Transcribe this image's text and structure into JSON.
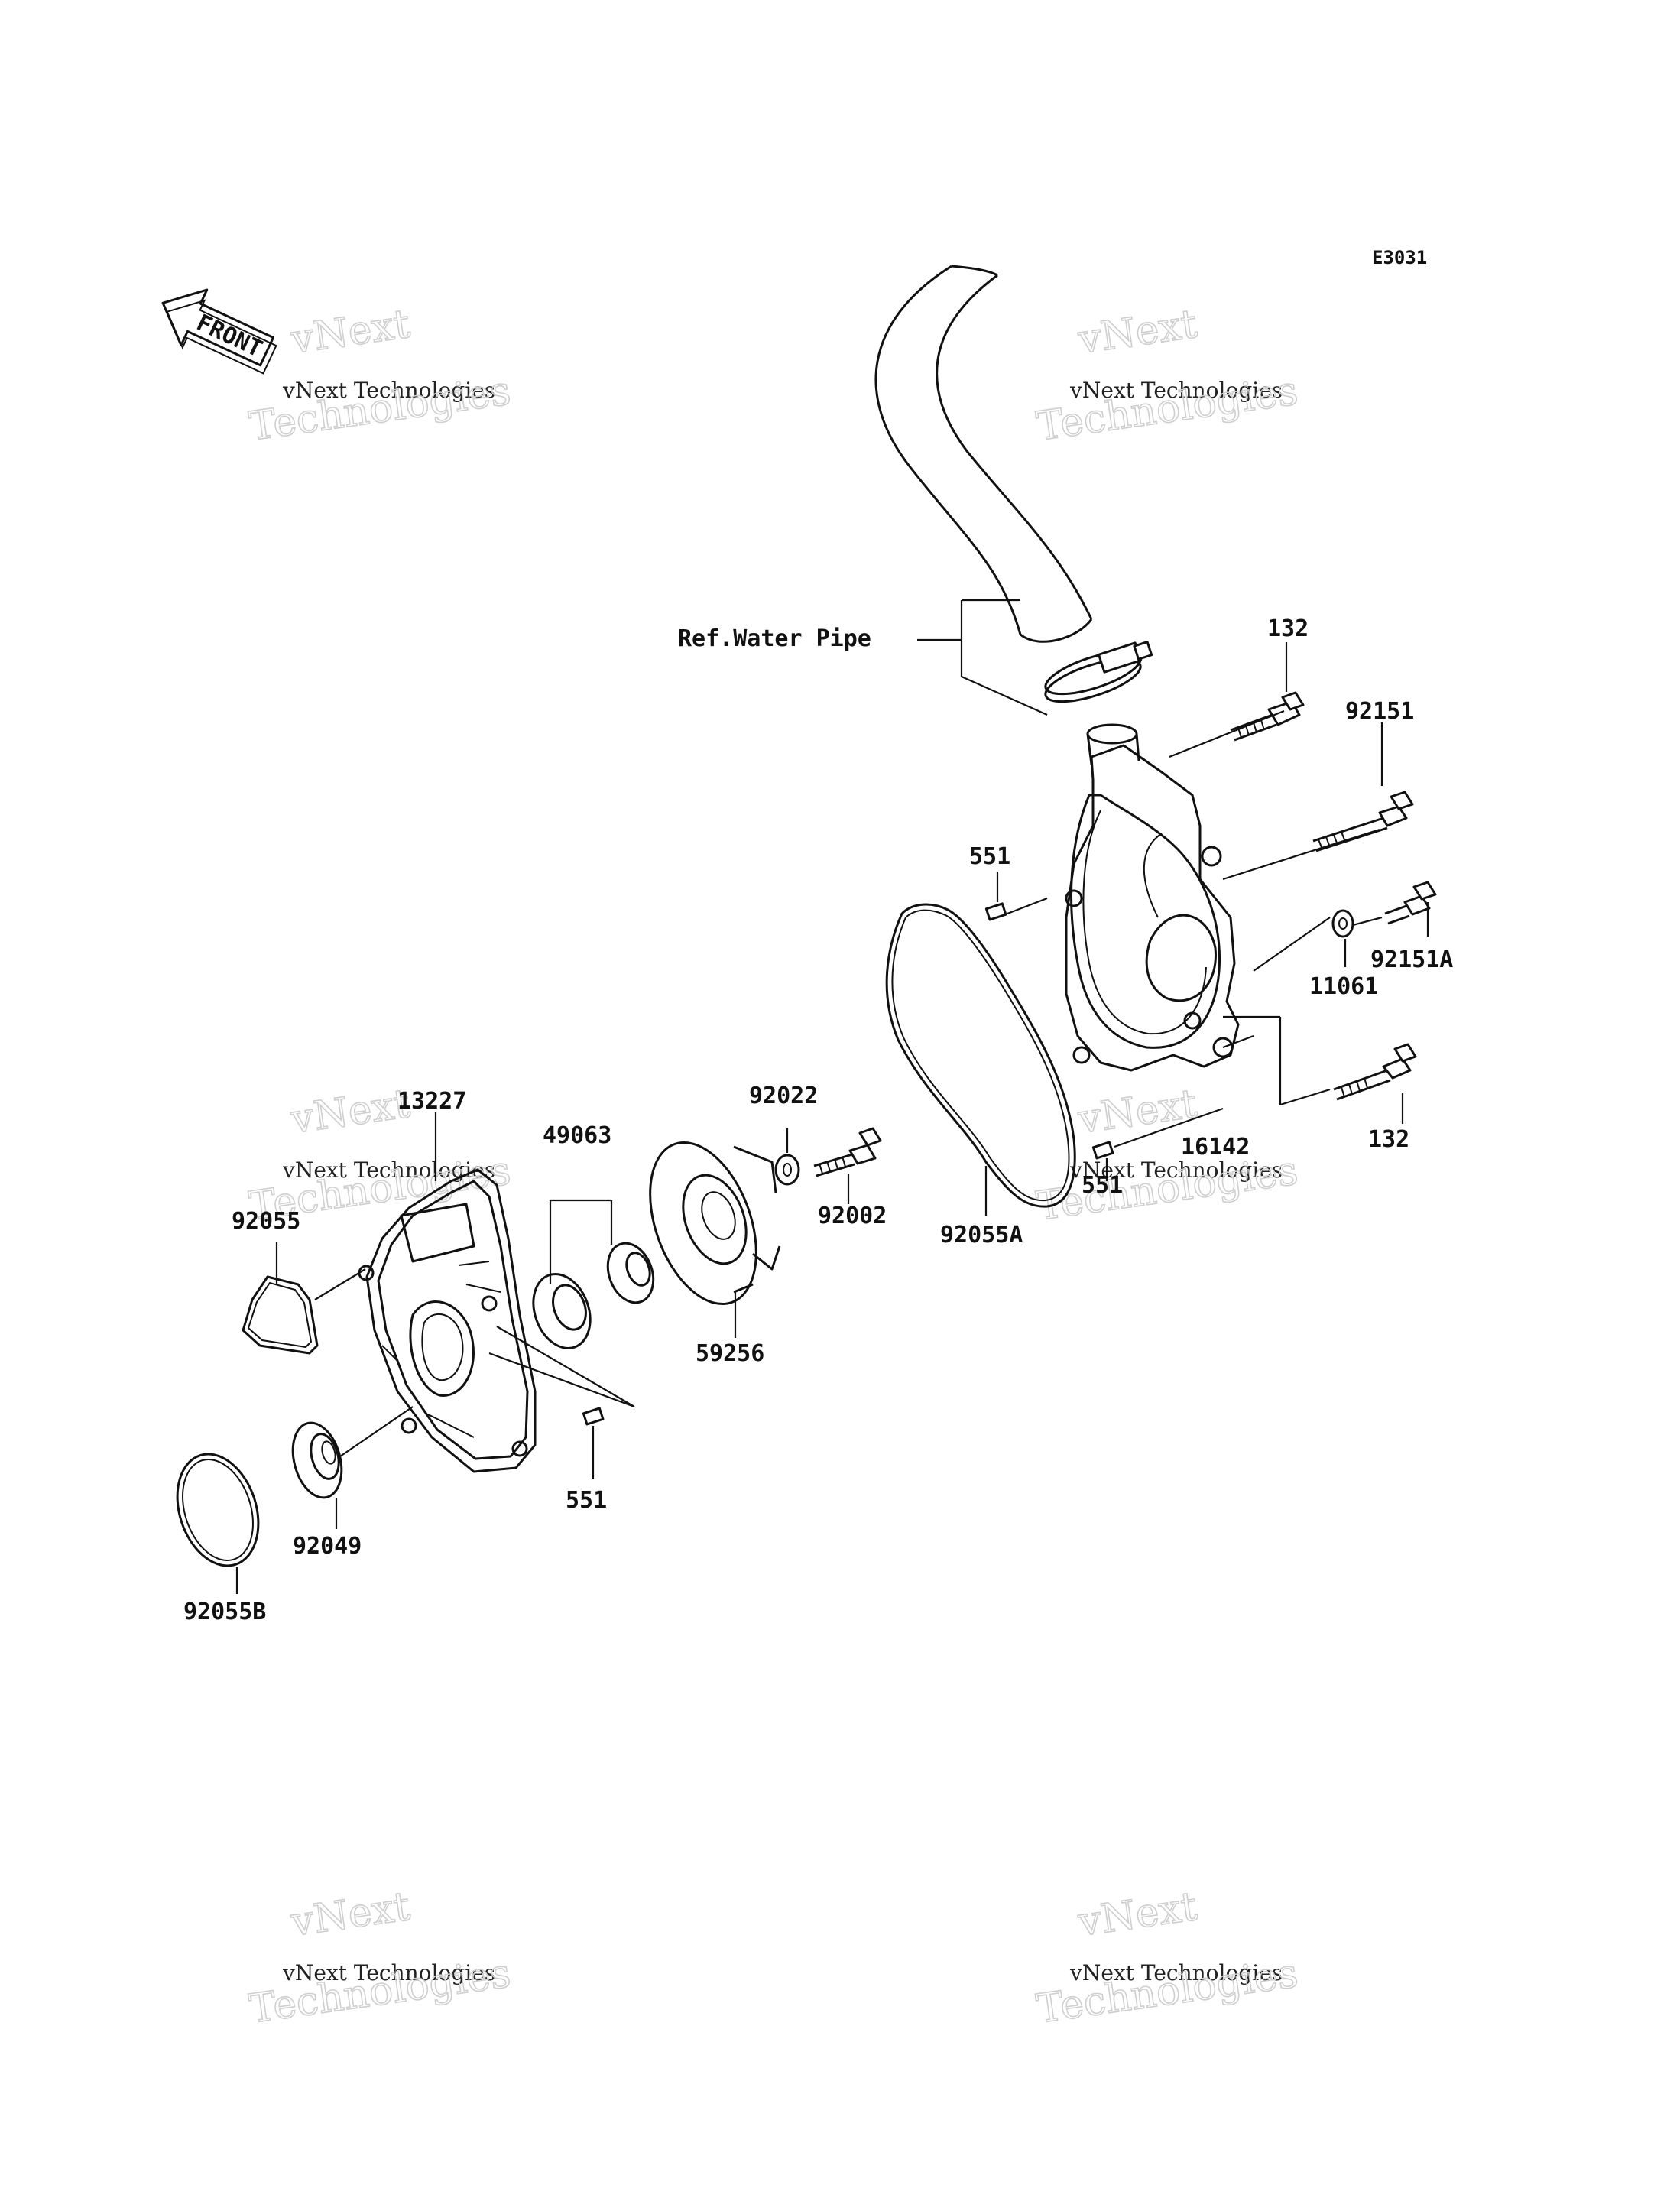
{
  "diagram": {
    "code": "E3031",
    "front_label": "FRONT",
    "ref_label": "Ref.Water Pipe",
    "watermark": {
      "line1": "vNext",
      "line2": "vNext Technologies",
      "line3": "Technologies"
    },
    "parts": [
      {
        "id": "p132a",
        "number": "132"
      },
      {
        "id": "p92151",
        "number": "92151"
      },
      {
        "id": "p551a",
        "number": "551"
      },
      {
        "id": "p92151A",
        "number": "92151A"
      },
      {
        "id": "p11061",
        "number": "11061"
      },
      {
        "id": "p16142",
        "number": "16142"
      },
      {
        "id": "p132b",
        "number": "132"
      },
      {
        "id": "p551b",
        "number": "551"
      },
      {
        "id": "p92022",
        "number": "92022"
      },
      {
        "id": "p92002",
        "number": "92002"
      },
      {
        "id": "p92055A",
        "number": "92055A"
      },
      {
        "id": "p13227",
        "number": "13227"
      },
      {
        "id": "p49063",
        "number": "49063"
      },
      {
        "id": "p92055",
        "number": "92055"
      },
      {
        "id": "p59256",
        "number": "59256"
      },
      {
        "id": "p551c",
        "number": "551"
      },
      {
        "id": "p92049",
        "number": "92049"
      },
      {
        "id": "p92055B",
        "number": "92055B"
      }
    ]
  }
}
